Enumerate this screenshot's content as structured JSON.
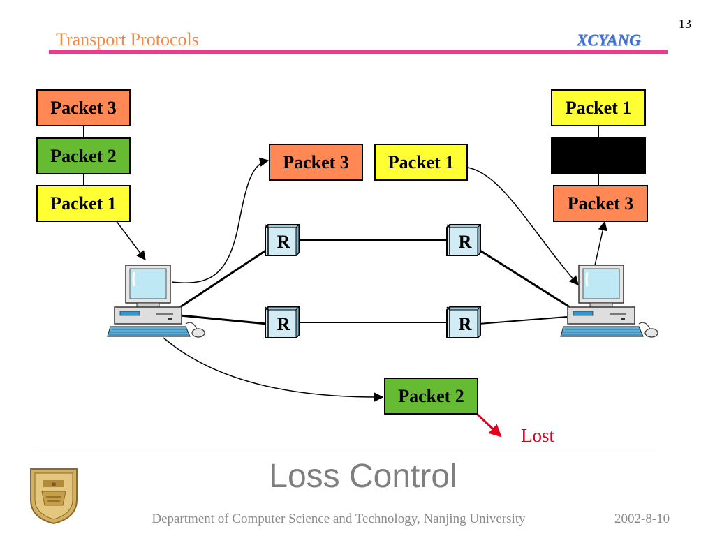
{
  "header": {
    "section_title": "Transport Protocols",
    "author_tag": "XCYANG",
    "slide_number": "13"
  },
  "diagram": {
    "sender_stack": [
      "Packet 3",
      "Packet 2",
      "Packet 1"
    ],
    "in_transit_upper": [
      "Packet 3",
      "Packet 1"
    ],
    "in_transit_lower": "Packet 2",
    "router_label": "R",
    "receiver_stack": [
      "Packet 1",
      "",
      "Packet 3"
    ],
    "lost_label": "Lost",
    "colors": {
      "packet_1": "#ffff33",
      "packet_2": "#66bb33",
      "packet_3": "#ff8855",
      "missing_slot": "#000000",
      "router": "#d2ecf5",
      "lost": "#e0001b",
      "header_rule": "#ee3a8c"
    }
  },
  "slide_title": "Loss Control",
  "footer": {
    "department": "Department of Computer Science and Technology, Nanjing University",
    "date": "2002-8-10"
  }
}
